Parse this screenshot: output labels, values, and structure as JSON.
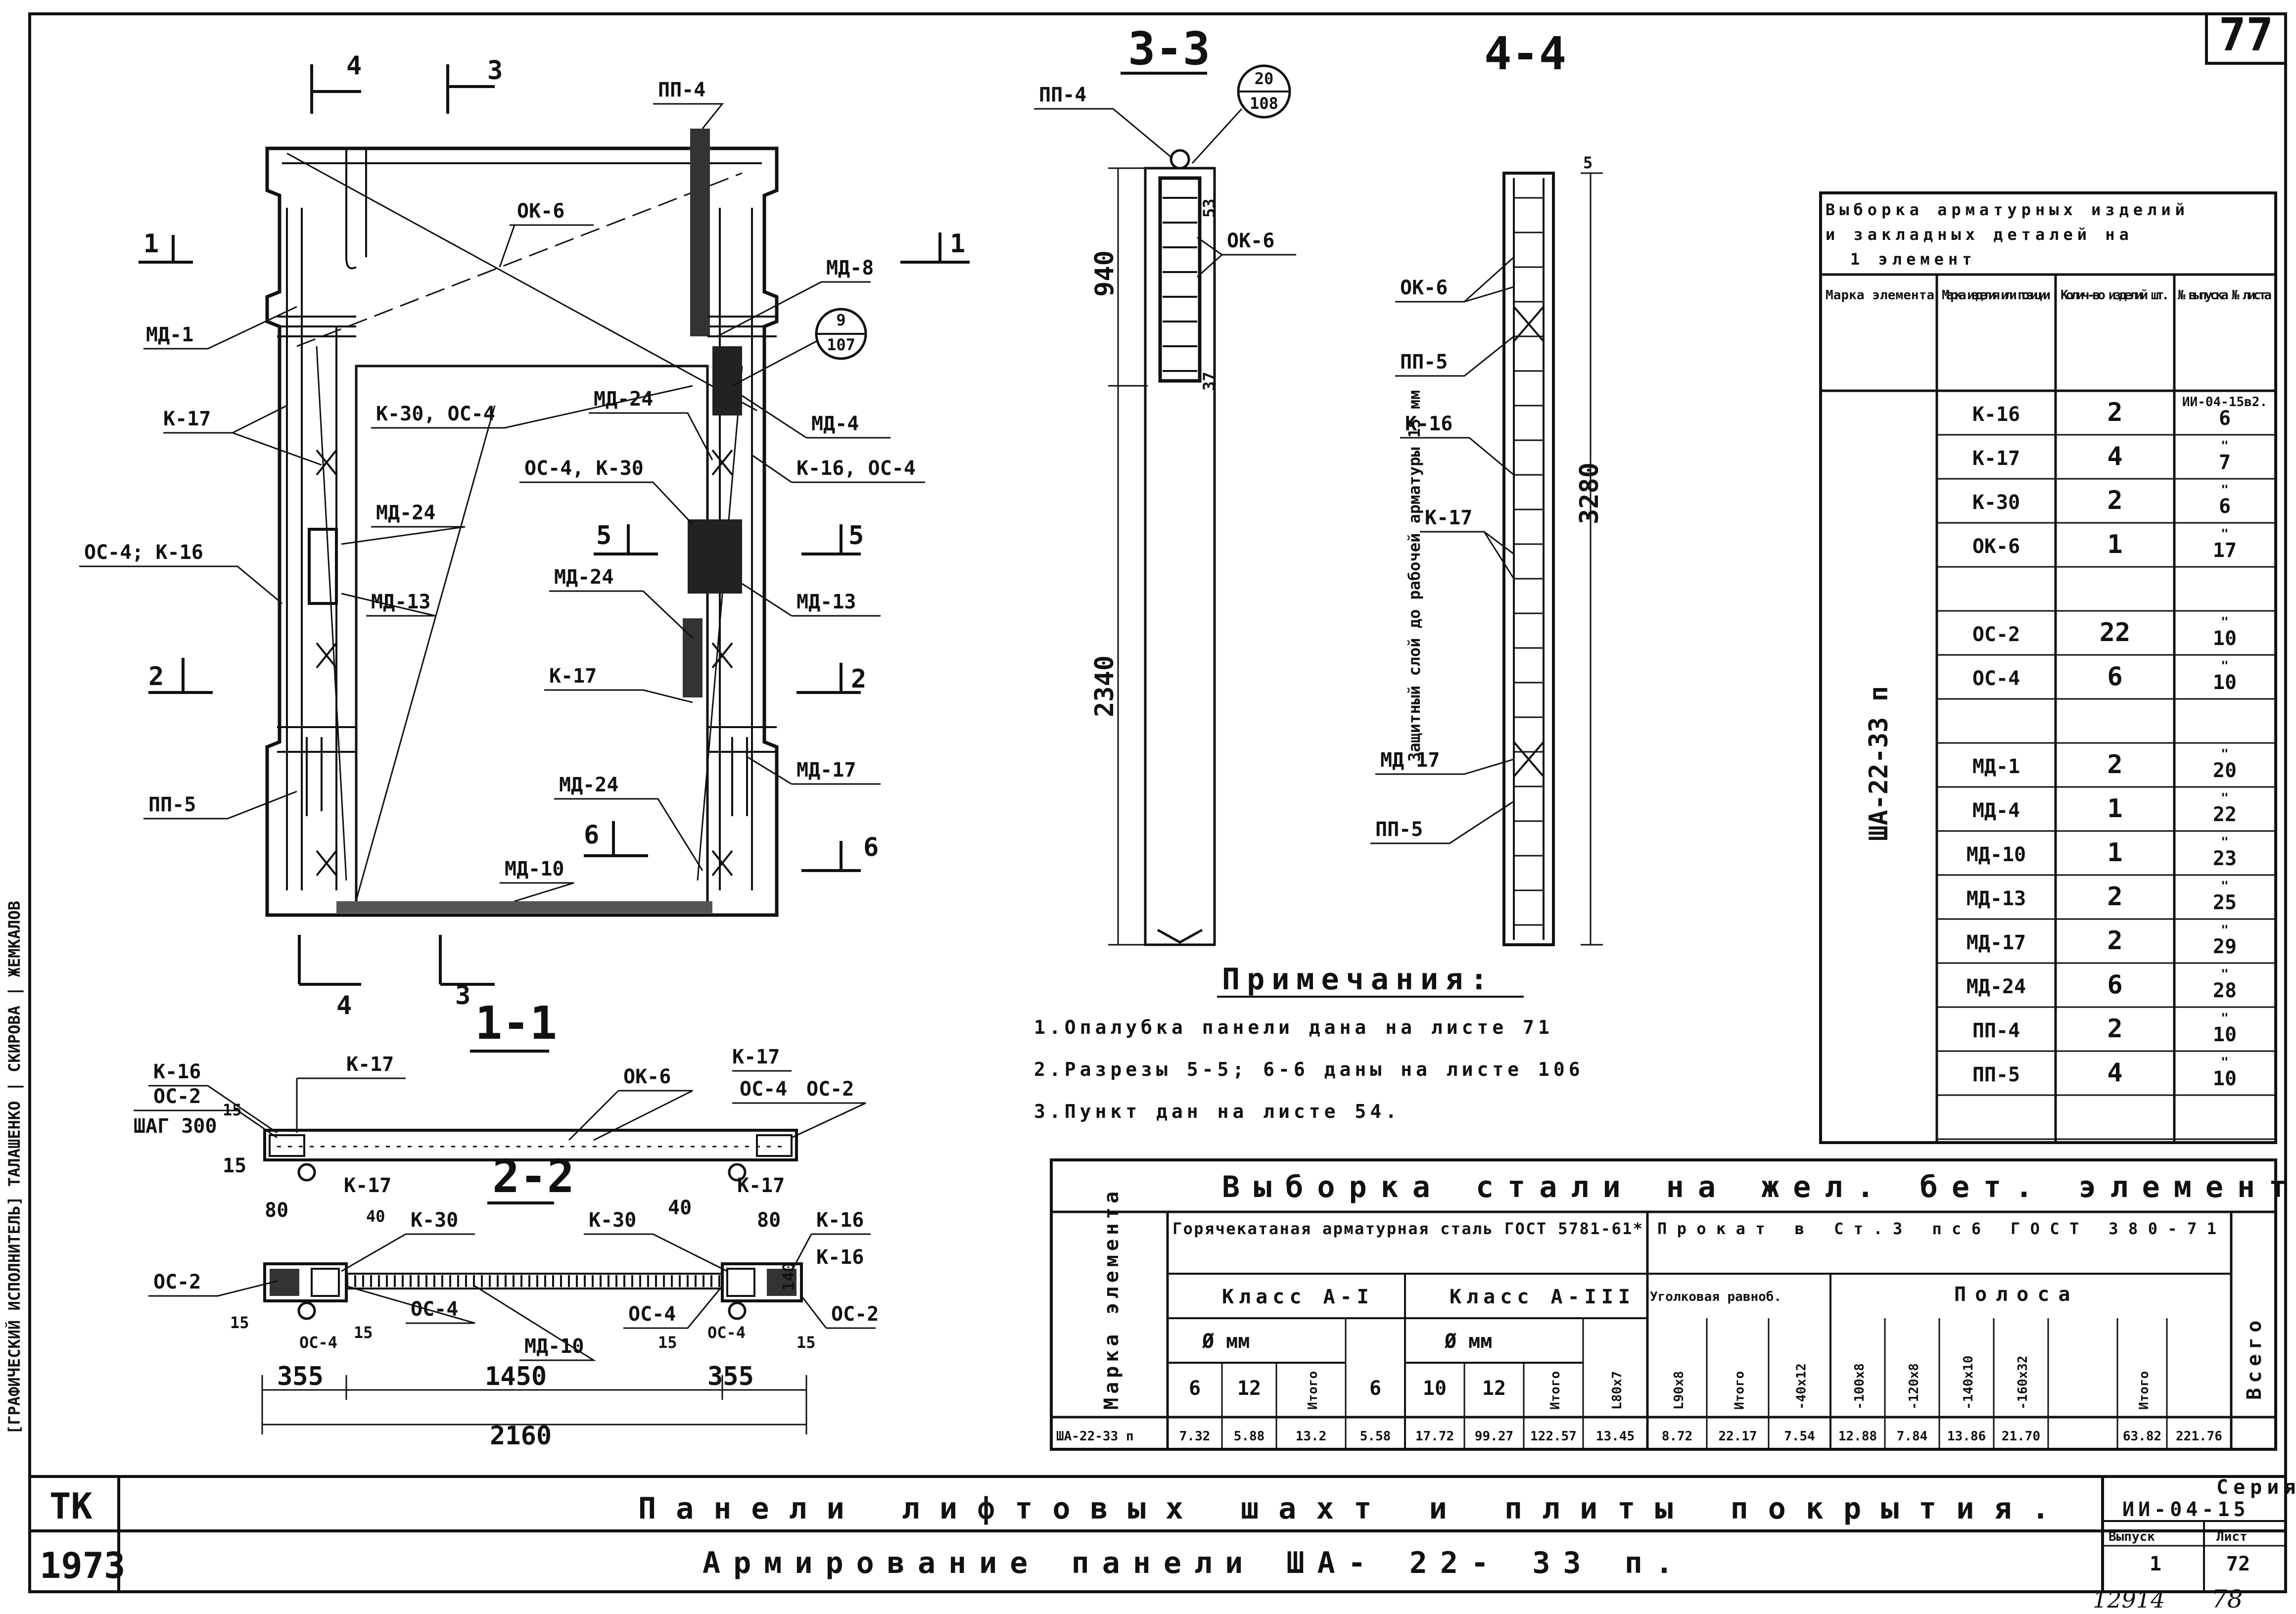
{
  "sheet": {
    "corner_number": "77",
    "left_margin_text": "[ГРАФИЧЕСКИЙ ИСПОЛНИТЕЛЬ] ТАЛАШЕНКО | СКИРОВА | ЖЕМКАЛОВ",
    "handwritten_bottom": "12914",
    "handwritten_bottom_2": "78"
  },
  "elevation": {
    "section_marks": [
      "4",
      "3",
      "1",
      "1",
      "5",
      "5",
      "2",
      "2",
      "6",
      "6",
      "4",
      "3"
    ],
    "labels": [
      "ПП-4",
      "ОК-6",
      "МД-8",
      "МД-1",
      "К-17",
      "К-30, ОС-4",
      "МД-24",
      "МД-4",
      "К-16, ОС-4",
      "ОС-4, К-30",
      "ОС-4; К-16",
      "МД-24",
      "МД-13",
      "МД-24",
      "МД-13",
      "К-17",
      "ПП-5",
      "МД-24",
      "МД-17",
      "МД-10"
    ],
    "callout_top": "9",
    "callout_bottom": "107"
  },
  "section_33": {
    "title": "3-3",
    "label_top": "ПП-4",
    "callout_top": "20",
    "callout_bottom": "108",
    "label_ok": "ОК-6",
    "dim_53": "53",
    "dim_37": "37",
    "dim_940": "940",
    "dim_2340": "2340"
  },
  "section_44": {
    "title": "4-4",
    "dim_5": "5",
    "dim_3280": "3280",
    "rotated_note": "Защитный слой до рабочей арматуры 15 мм",
    "labels": [
      "ОК-6",
      "ПП-5",
      "К-16",
      "К-17",
      "МД 17",
      "ПП-5"
    ]
  },
  "notes": {
    "title": "Примечания:",
    "items": [
      "1.Опалубка панели дана на листе 71",
      "2.Разрезы 5-5; 6-6 даны на листе 106",
      "3.Пункт дан на листе 54."
    ]
  },
  "section_11": {
    "title": "1-1",
    "labels": [
      "К-16",
      "К-17",
      "ОК-6",
      "К-17",
      "ОС-2",
      "ШАГ 300",
      "ОС-4",
      "ОС-2",
      "15"
    ]
  },
  "section_22": {
    "title": "2-2",
    "labels": [
      "К-17",
      "К-30",
      "К-30",
      "К-17",
      "К-16",
      "ОС-2",
      "ОС-4",
      "МД-10",
      "ОС-4",
      "ОС-4",
      "ОС-4",
      "К-16",
      "ОС-2",
      "15",
      "15",
      "15",
      "15",
      "15"
    ],
    "dims_small": [
      "80",
      "40",
      "40",
      "80",
      "140"
    ],
    "dims_bottom": [
      "355",
      "1450",
      "355"
    ],
    "dim_total": "2160"
  },
  "schedule": {
    "title_lines": [
      "Выборка арматурных изделий",
      "и закладных деталей на",
      "1 элемент"
    ],
    "headers": [
      "Марка элемента",
      "Марка изделия или позиции",
      "Колич-во изделий шт.",
      "№ выпуска № листа"
    ],
    "element": "ША-22-33 п",
    "rows": [
      {
        "mark": "К-16",
        "qty": "2",
        "ref": "ИИ-04-15в2.",
        "ref2": "6"
      },
      {
        "mark": "К-17",
        "qty": "4",
        "ref": "\"",
        "ref2": "7"
      },
      {
        "mark": "К-30",
        "qty": "2",
        "ref": "\"",
        "ref2": "6"
      },
      {
        "mark": "ОК-6",
        "qty": "1",
        "ref": "\"",
        "ref2": "17"
      },
      {
        "mark": "",
        "qty": "",
        "ref": "",
        "ref2": ""
      },
      {
        "mark": "ОС-2",
        "qty": "22",
        "ref": "\"",
        "ref2": "10"
      },
      {
        "mark": "ОС-4",
        "qty": "6",
        "ref": "\"",
        "ref2": "10"
      },
      {
        "mark": "",
        "qty": "",
        "ref": "",
        "ref2": ""
      },
      {
        "mark": "МД-1",
        "qty": "2",
        "ref": "\"",
        "ref2": "20"
      },
      {
        "mark": "МД-4",
        "qty": "1",
        "ref": "\"",
        "ref2": "22"
      },
      {
        "mark": "МД-10",
        "qty": "1",
        "ref": "\"",
        "ref2": "23"
      },
      {
        "mark": "МД-13",
        "qty": "2",
        "ref": "\"",
        "ref2": "25"
      },
      {
        "mark": "МД-17",
        "qty": "2",
        "ref": "\"",
        "ref2": "29"
      },
      {
        "mark": "МД-24",
        "qty": "6",
        "ref": "\"",
        "ref2": "28"
      },
      {
        "mark": "ПП-4",
        "qty": "2",
        "ref": "\"",
        "ref2": "10"
      },
      {
        "mark": "ПП-5",
        "qty": "4",
        "ref": "\"",
        "ref2": "10"
      },
      {
        "mark": "",
        "qty": "",
        "ref": "",
        "ref2": ""
      }
    ]
  },
  "steel": {
    "title": "Выборка стали на жел. бет. элементы, кг.",
    "header_mark": "Марка элемента",
    "group1": "Горячекатаная арматурная сталь ГОСТ 5781-61*",
    "group2": "Прокат в Ст.3 пс6 ГОСТ 380-71",
    "total": "Всего",
    "class1": "Класс А-I",
    "class2": "Класс А-III",
    "angle": "Уголковая равноб.",
    "strip": "Полоса",
    "diam": "Ø мм",
    "itogo": "Итого",
    "cols": [
      "6",
      "12",
      "Итого",
      "6",
      "10",
      "12",
      "Итого",
      "L80x7",
      "L90x8",
      "Итого",
      "-40x12",
      "-100x8",
      "-120x8",
      "-140x10",
      "-160x32",
      "",
      "Итого"
    ],
    "row": {
      "mark": "ША-22-33 п",
      "values": [
        "7.32",
        "5.88",
        "13.2",
        "5.58",
        "17.72",
        "99.27",
        "122.57",
        "13.45",
        "8.72",
        "22.17",
        "7.54",
        "12.88",
        "7.84",
        "13.86",
        "21.70",
        "",
        "63.82",
        "221.76"
      ]
    }
  },
  "title_block": {
    "org": "ТК",
    "year": "1973",
    "title1": "Панели лифтовых шахт и плиты покрытия.",
    "title2": "Армирование панели ША- 22- 33 п.",
    "series_label": "Серия",
    "series": "ИИ-04-15",
    "vyp_label": "Выпуск",
    "vyp": "1",
    "list_label": "Лист",
    "list": "72"
  }
}
